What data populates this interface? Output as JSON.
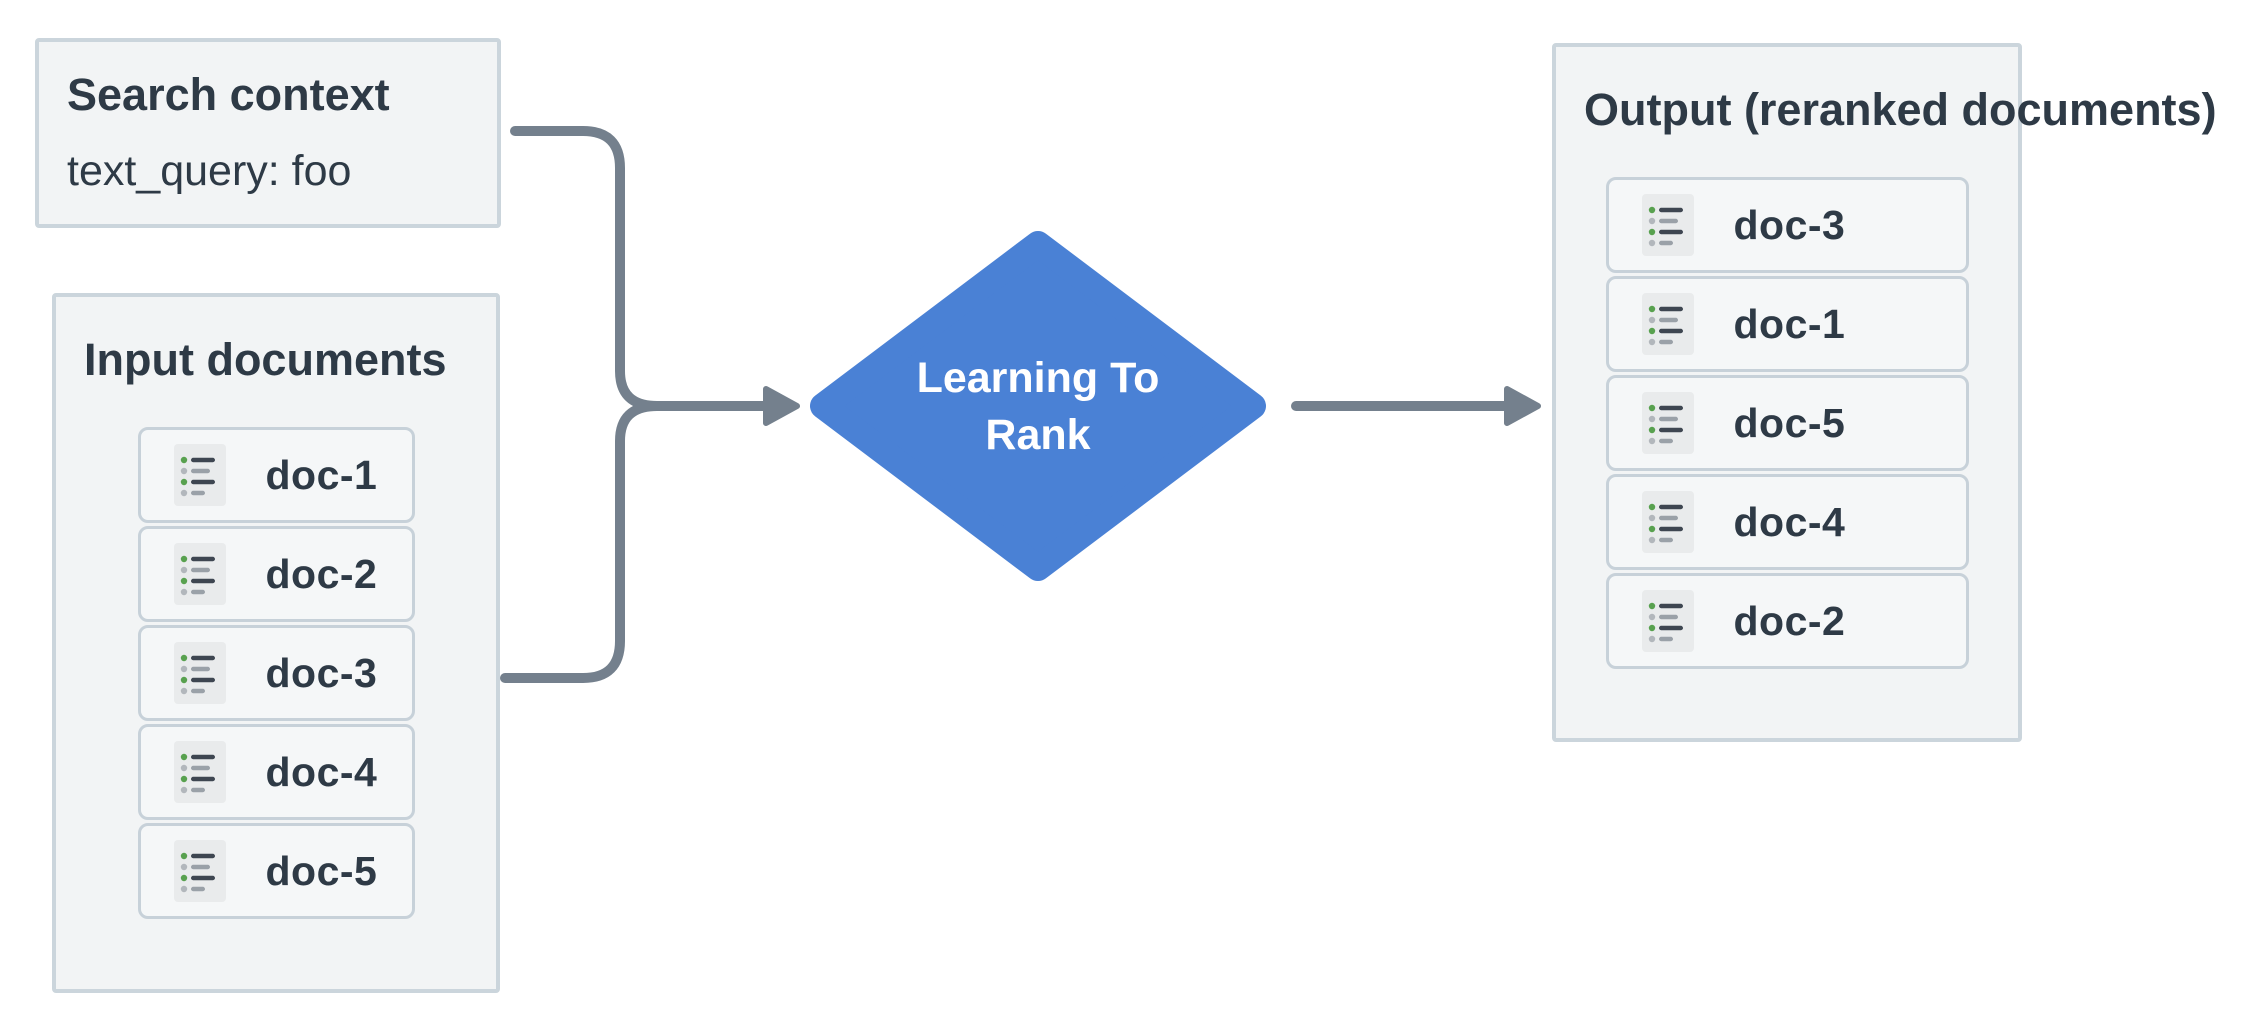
{
  "search_context": {
    "title": "Search context",
    "query": "text_query: foo"
  },
  "input_documents": {
    "title": "Input documents",
    "items": [
      "doc-1",
      "doc-2",
      "doc-3",
      "doc-4",
      "doc-5"
    ]
  },
  "process": {
    "label": "Learning To Rank"
  },
  "output_documents": {
    "title": "Output (reranked documents)",
    "items": [
      "doc-3",
      "doc-1",
      "doc-5",
      "doc-4",
      "doc-2"
    ]
  },
  "colors": {
    "accent_blue": "#4a81d5",
    "arrow_gray": "#74808d",
    "panel_bg": "#f2f4f5",
    "panel_border": "#cbd5dc",
    "item_bg": "#f5f7f8",
    "item_border": "#c7d1d9",
    "text_dark": "#2e3a46",
    "icon_bg": "#e9ebec",
    "icon_line_dark": "#3e4651",
    "icon_line_gray": "#9aa1a8",
    "icon_dot_green": "#58a14f",
    "icon_dot_gray": "#b2b7bc"
  }
}
